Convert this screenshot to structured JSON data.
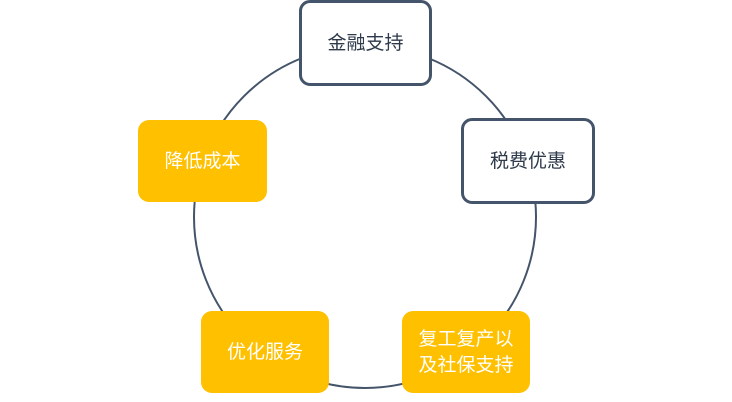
{
  "diagram": {
    "type": "cycle",
    "ring_color": "#44546a",
    "nodes": [
      {
        "id": "n1",
        "label": "金融支持",
        "style": "outline",
        "color": "#44546a"
      },
      {
        "id": "n2",
        "label": "税费优惠",
        "style": "outline",
        "color": "#44546a"
      },
      {
        "id": "n3",
        "label": "复工复产以及社保支持",
        "style": "filled",
        "color": "#ffc000"
      },
      {
        "id": "n4",
        "label": "优化服务",
        "style": "filled",
        "color": "#ffc000"
      },
      {
        "id": "n5",
        "label": "降低成本",
        "style": "filled",
        "color": "#ffc000"
      }
    ]
  }
}
